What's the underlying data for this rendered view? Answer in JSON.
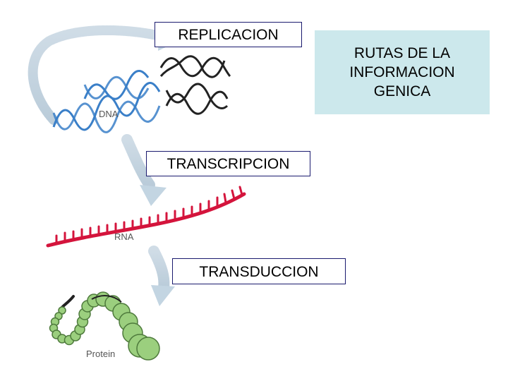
{
  "labels": {
    "replication": "REPLICACION",
    "transcription": "TRANSCRIPCION",
    "translation": "TRANSDUCCION"
  },
  "title": {
    "line1": "RUTAS DE LA",
    "line2": "INFORMACION",
    "line3": "GENICA"
  },
  "molecules": {
    "dna": "DNA",
    "rna": "RNA",
    "protein": "Protein"
  },
  "colors": {
    "dna_blue": "#3a7fc8",
    "dna_black": "#222222",
    "rna_red": "#d4143c",
    "protein_green": "#9bcf7e",
    "arrow_grey": "#b8cbd8",
    "title_bg": "#cce8ec"
  }
}
